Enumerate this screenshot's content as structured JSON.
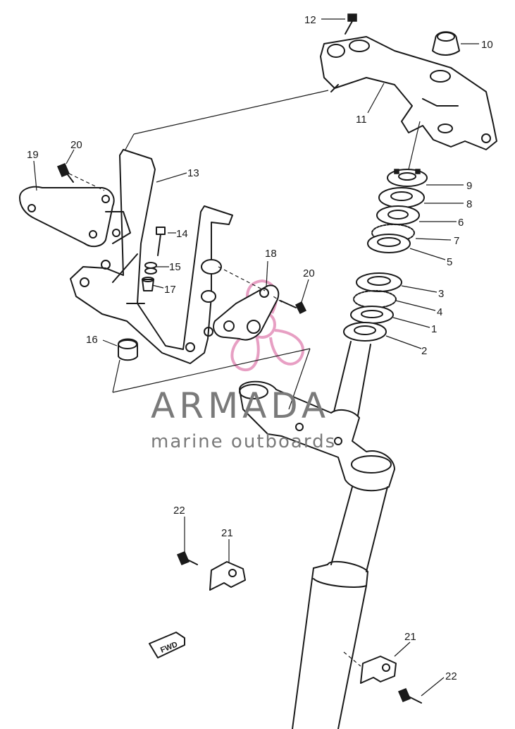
{
  "callouts": {
    "c1": "1",
    "c2": "2",
    "c3": "3",
    "c4": "4",
    "c5": "5",
    "c6": "6",
    "c7": "7",
    "c8": "8",
    "c9": "9",
    "c10": "10",
    "c11": "11",
    "c12": "12",
    "c13": "13",
    "c14": "14",
    "c15": "15",
    "c16": "16",
    "c17": "17",
    "c18": "18",
    "c19": "19",
    "c20a": "20",
    "c20b": "20",
    "c21a": "21",
    "c21b": "21",
    "c22a": "22",
    "c22b": "22"
  },
  "fwd_tag": "FWD",
  "watermark": {
    "title": "ARMADA",
    "subtitle": "marine outboards"
  },
  "colors": {
    "line": "#1a1a1a",
    "watermark_text": "#7a7a7a",
    "watermark_logo": "#e07fb0"
  }
}
